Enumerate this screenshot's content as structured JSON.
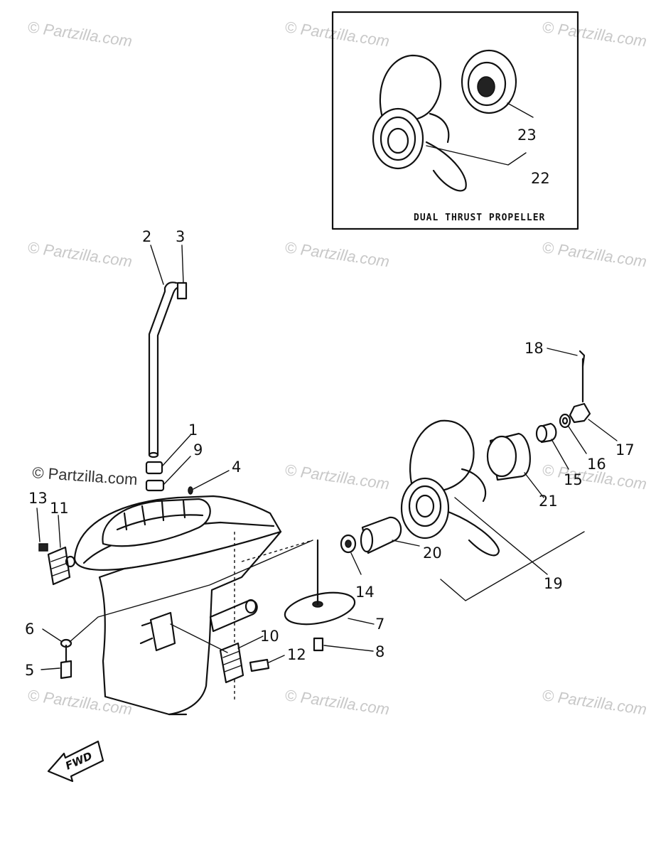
{
  "watermarks": {
    "light": "© Partzilla.com",
    "dark": "© Partzilla.com"
  },
  "inset": {
    "caption": "DUAL THRUST PROPELLER",
    "labels": [
      "22",
      "23"
    ]
  },
  "callouts": {
    "n1": "1",
    "n2": "2",
    "n3": "3",
    "n4": "4",
    "n5": "5",
    "n6": "6",
    "n7": "7",
    "n8": "8",
    "n9": "9",
    "n10": "10",
    "n11": "11",
    "n12": "12",
    "n13": "13",
    "n14": "14",
    "n15": "15",
    "n16": "16",
    "n17": "17",
    "n18": "18",
    "n19": "19",
    "n20": "20",
    "n21": "21",
    "n22": "22",
    "n23": "23"
  },
  "direction_badge": "FWD"
}
